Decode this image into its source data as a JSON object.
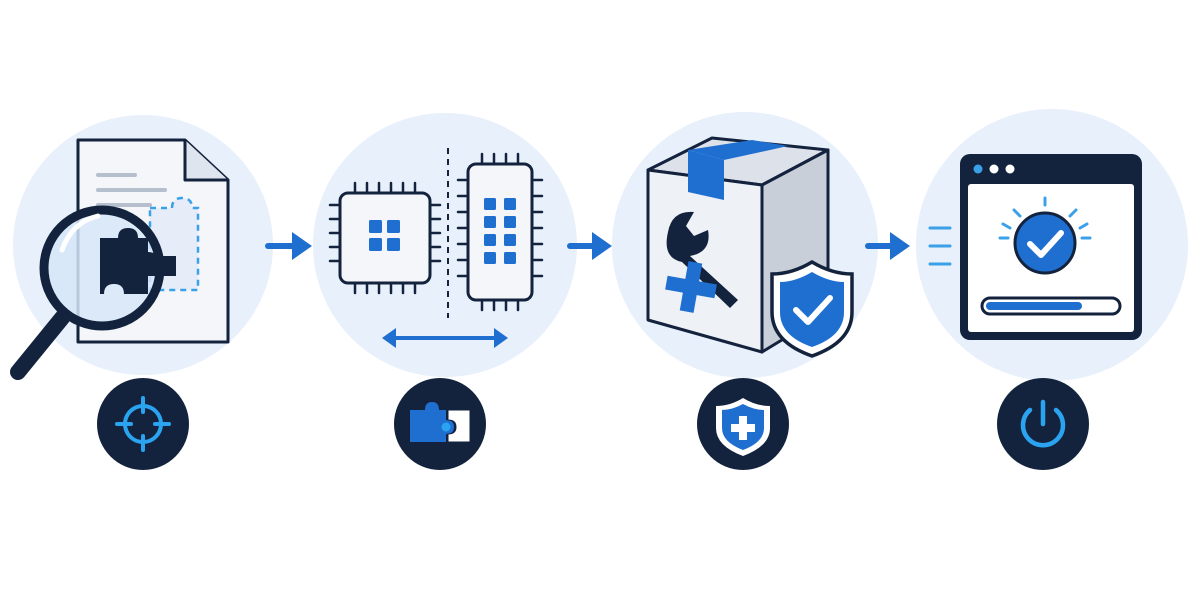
{
  "colors": {
    "background": "#ffffff",
    "halo": "#e8f0fb",
    "navy": "#14233d",
    "blue": "#1f6fd1",
    "light_blue": "#3aa0e8",
    "paper": "#f4f6fa",
    "box_front": "#eef1f6",
    "box_side": "#c9cfd9",
    "box_top": "#dde2ea"
  },
  "steps": [
    {
      "id": "analyze",
      "illustration": "document-magnifier-puzzle-icon",
      "badge_icon": "crosshair-target-icon"
    },
    {
      "id": "resize",
      "illustration": "chip-resize-icon",
      "badge_icon": "puzzle-connect-icon"
    },
    {
      "id": "package",
      "illustration": "box-wrench-shield-icon",
      "badge_icon": "shield-plus-icon"
    },
    {
      "id": "launch",
      "illustration": "browser-check-progress-icon",
      "badge_icon": "power-icon"
    }
  ],
  "connectors": [
    "arrow-right-icon",
    "arrow-right-icon",
    "arrow-right-icon"
  ]
}
